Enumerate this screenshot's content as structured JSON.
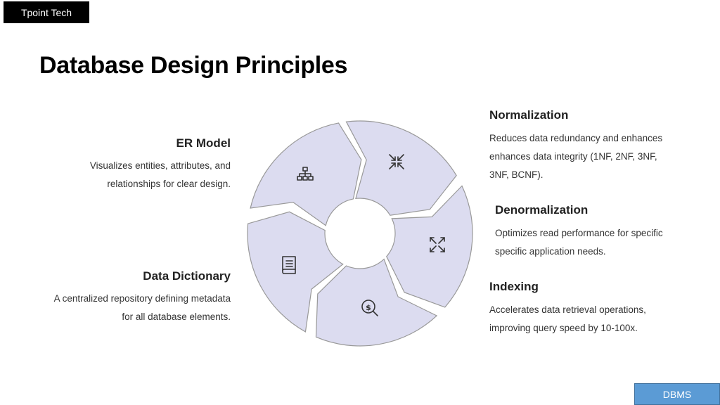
{
  "header": {
    "brand": "Tpoint Tech"
  },
  "title": "Database Design Principles",
  "sections": {
    "er_model": {
      "heading": "ER Model",
      "line1": "Visualizes entities, attributes, and",
      "line2": "relationships for clear design."
    },
    "data_dictionary": {
      "heading": "Data Dictionary",
      "line1": "A centralized repository defining metadata",
      "line2": "for all database elements."
    },
    "normalization": {
      "heading": "Normalization",
      "line1": "Reduces data redundancy and enhances",
      "line2": "enhances data integrity (1NF, 2NF, 3NF,",
      "line3": "3NF, BCNF)."
    },
    "denormalization": {
      "heading": "Denormalization",
      "line1": "Optimizes read performance for specific",
      "line2": "specific application needs."
    },
    "indexing": {
      "heading": "Indexing",
      "line1": "Accelerates data retrieval operations,",
      "line2": "improving query speed by 10-100x."
    }
  },
  "wheel": {
    "segment_fill": "#dcdcf0",
    "segment_stroke": "#999999",
    "icons": [
      "hierarchy-icon",
      "compress-icon",
      "expand-icon",
      "search-dollar-icon",
      "book-icon"
    ]
  },
  "footer": {
    "label": "DBMS"
  }
}
